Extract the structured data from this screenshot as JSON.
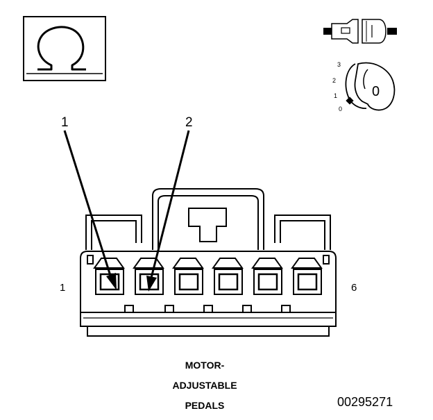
{
  "callouts": [
    "1",
    "2"
  ],
  "pin_labels": {
    "first": "1",
    "last": "6"
  },
  "title_lines": [
    "MOTOR-",
    "ADJUSTABLE",
    "PEDALS"
  ],
  "figure_code": "00295271",
  "ignition_key": {
    "positions": [
      "3",
      "2",
      "1",
      "0"
    ],
    "key_label": "0"
  },
  "icons": {
    "meter": "ohmmeter-omega-icon",
    "connector": "disconnected-connector-icon",
    "key": "ignition-key-off-icon"
  },
  "colors": {
    "ink": "#000000",
    "background": "#ffffff"
  }
}
